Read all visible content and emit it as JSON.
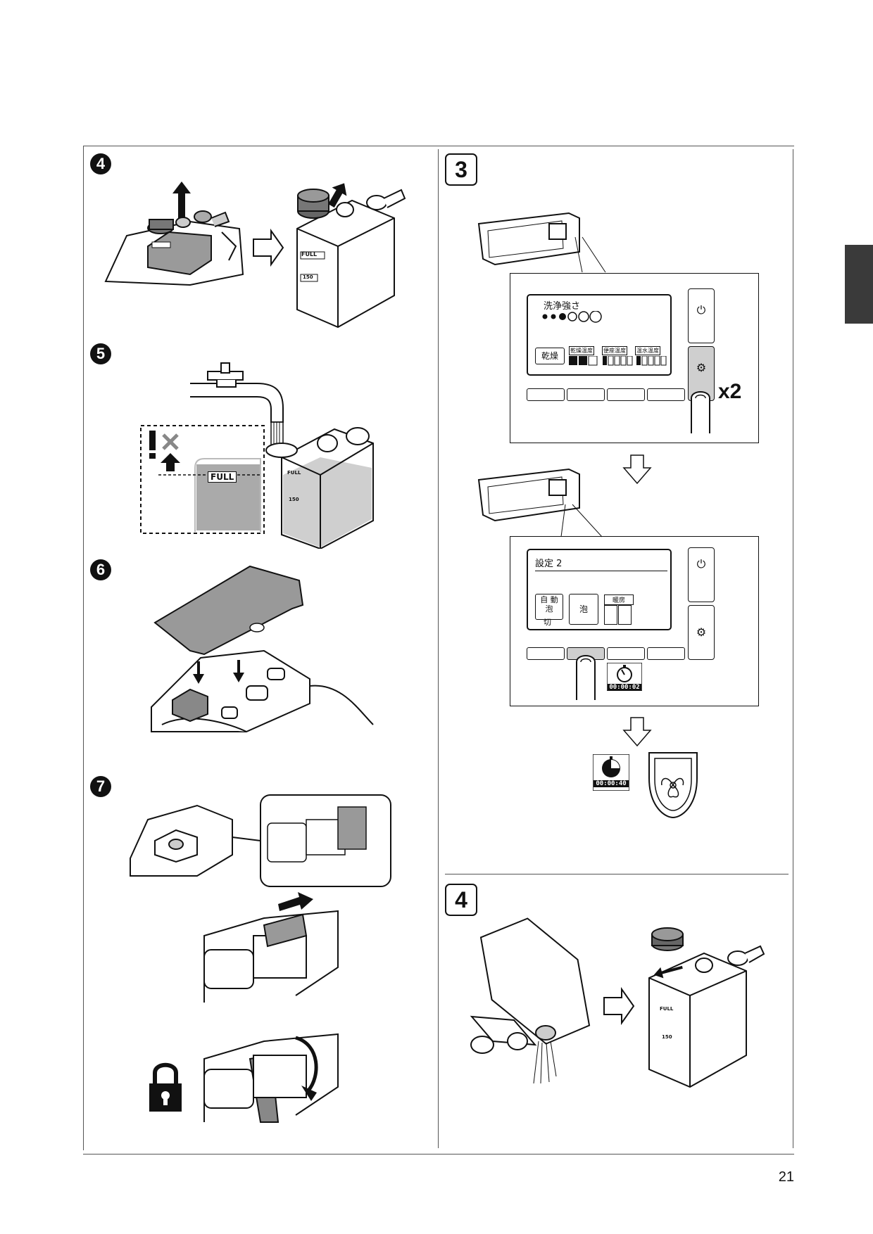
{
  "left_steps": [
    "4",
    "5",
    "6",
    "7"
  ],
  "right_steps": [
    "3",
    "4"
  ],
  "tank": {
    "full_label": "FULL",
    "level_label": "150"
  },
  "panel1": {
    "title": "洗浄強さ",
    "dry_button": "乾燥",
    "groups": [
      "乾燥温度",
      "便座温度",
      "温水温度"
    ],
    "press_count": "x2"
  },
  "panel2": {
    "title": "設定 2",
    "auto_btn_line1": "自 動",
    "auto_btn_line2": "泡",
    "auto_btn_line3": "切",
    "foam_btn": "泡",
    "heat_label": "暖房",
    "timer": "00:00:02"
  },
  "timer_result": "00:00:40",
  "page_number": "21"
}
